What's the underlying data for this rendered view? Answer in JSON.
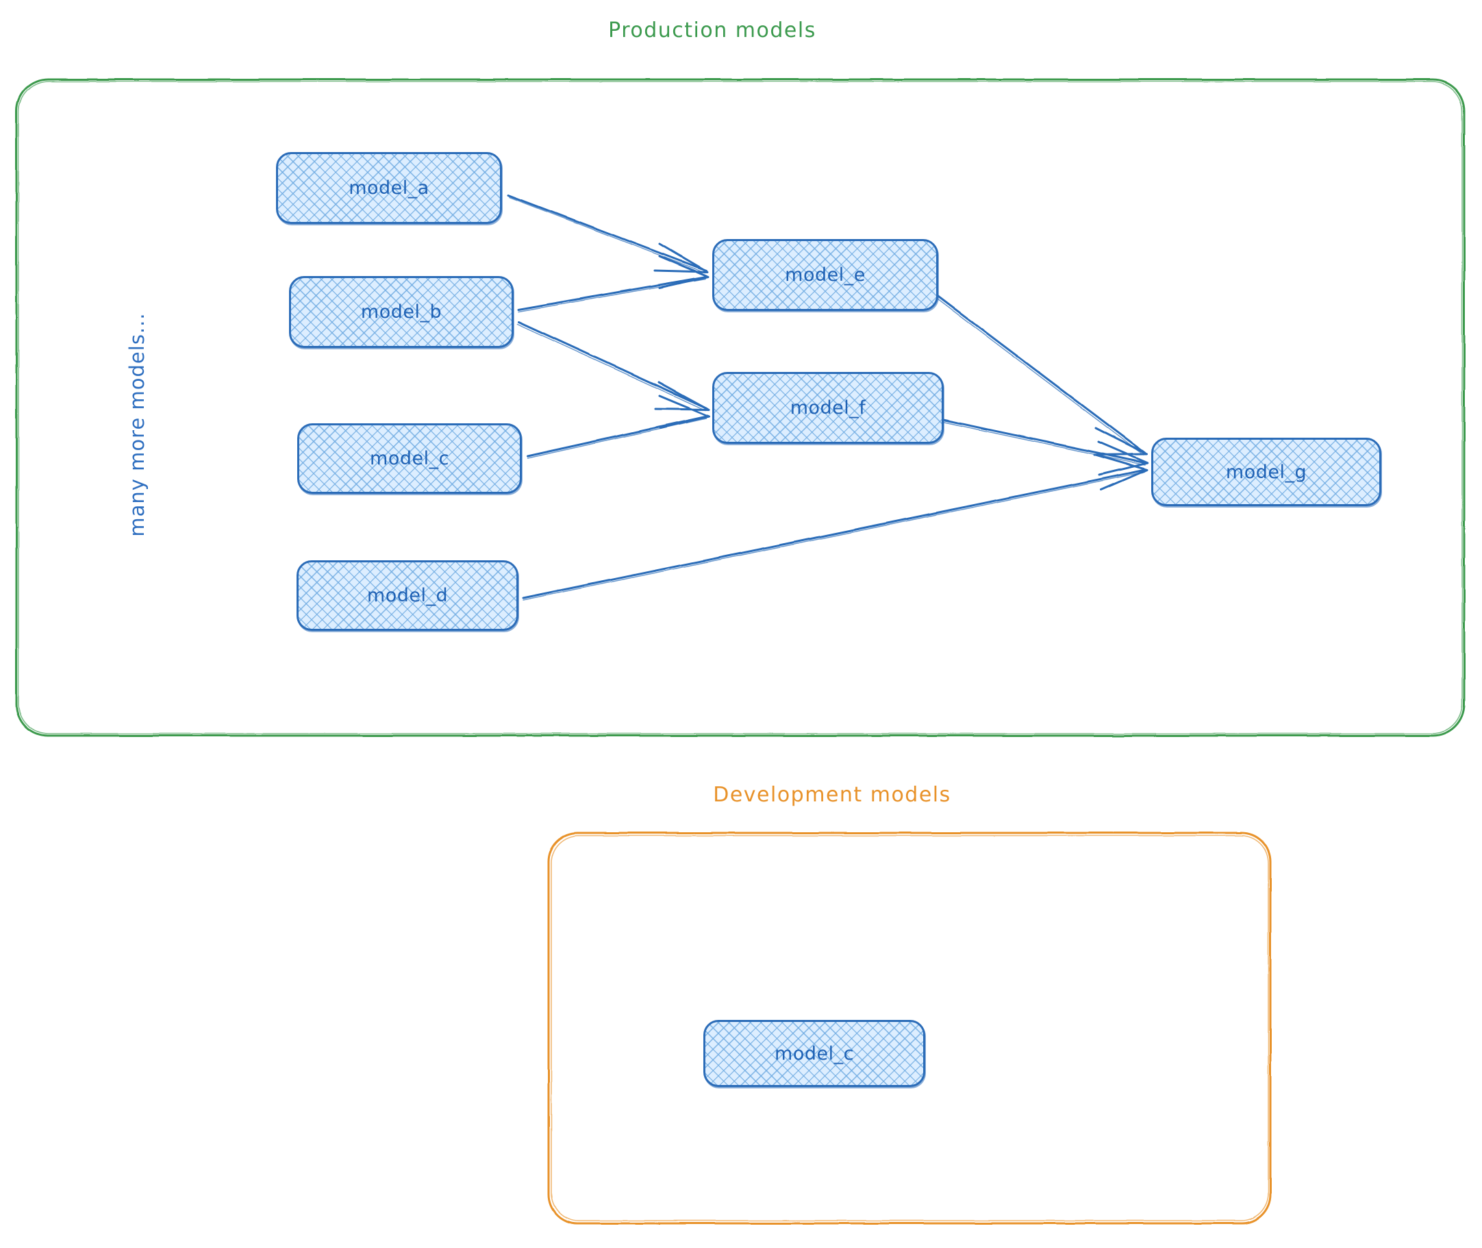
{
  "diagram": {
    "type": "flow-diagram",
    "groups": [
      {
        "id": "production",
        "title": "Production models",
        "color": "#3c9a4e",
        "note": "many more models..."
      },
      {
        "id": "development",
        "title": "Development models",
        "color": "#e8922a",
        "note": ""
      }
    ],
    "nodes": [
      {
        "id": "model_a",
        "label": "model_a",
        "group": "production"
      },
      {
        "id": "model_b",
        "label": "model_b",
        "group": "production"
      },
      {
        "id": "model_c",
        "label": "model_c",
        "group": "production"
      },
      {
        "id": "model_d",
        "label": "model_d",
        "group": "production"
      },
      {
        "id": "model_e",
        "label": "model_e",
        "group": "production"
      },
      {
        "id": "model_f",
        "label": "model_f",
        "group": "production"
      },
      {
        "id": "model_g",
        "label": "model_g",
        "group": "production"
      },
      {
        "id": "model_c_dev",
        "label": "model_c",
        "group": "development"
      }
    ],
    "edges": [
      {
        "from": "model_a",
        "to": "model_e"
      },
      {
        "from": "model_b",
        "to": "model_e"
      },
      {
        "from": "model_b",
        "to": "model_f"
      },
      {
        "from": "model_c",
        "to": "model_f"
      },
      {
        "from": "model_e",
        "to": "model_g"
      },
      {
        "from": "model_f",
        "to": "model_g"
      },
      {
        "from": "model_d",
        "to": "model_g"
      }
    ],
    "node_style": {
      "border_color": "#2b6cb8",
      "fill_color": "#ddeeff",
      "hatch_color": "#6eaae1",
      "text_color": "#1f62b5"
    },
    "edge_color": "#2b6cb8"
  },
  "production_title": "Production models",
  "development_title": "Development models",
  "vertical_note": "many more models...",
  "labels": {
    "model_a": "model_a",
    "model_b": "model_b",
    "model_c": "model_c",
    "model_d": "model_d",
    "model_e": "model_e",
    "model_f": "model_f",
    "model_g": "model_g",
    "model_c_dev": "model_c"
  }
}
